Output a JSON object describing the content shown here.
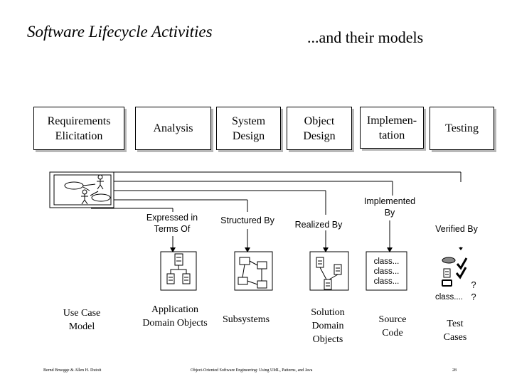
{
  "header": {
    "title": "Software Lifecycle Activities",
    "subtitle": "...and their models"
  },
  "activities": [
    "Requirements Elicitation",
    "Analysis",
    "System Design",
    "Object Design",
    "Implemen- tation",
    "Testing"
  ],
  "relations": {
    "expressed_in": "Expressed in Terms Of",
    "structured_by": "Structured By",
    "realized_by": "Realized By",
    "implemented_by": "Implemented By",
    "verified_by": "Verified By"
  },
  "models": {
    "use_case": "Use Case Model",
    "application_domain": "Application Domain Objects",
    "subsystems": "Subsystems",
    "solution_domain": "Solution Domain Objects",
    "source_code": "Source Code",
    "test_cases": "Test Cases"
  },
  "code_lines": [
    "class...",
    "class...",
    "class..."
  ],
  "test_symbols": {
    "class_line": "class....",
    "question": "?"
  },
  "footer": {
    "authors": "Bernd Bruegge & Allen H. Dutoit",
    "book": "Object-Oriented Software Engineering: Using UML, Patterns, and Java",
    "page": "28"
  }
}
